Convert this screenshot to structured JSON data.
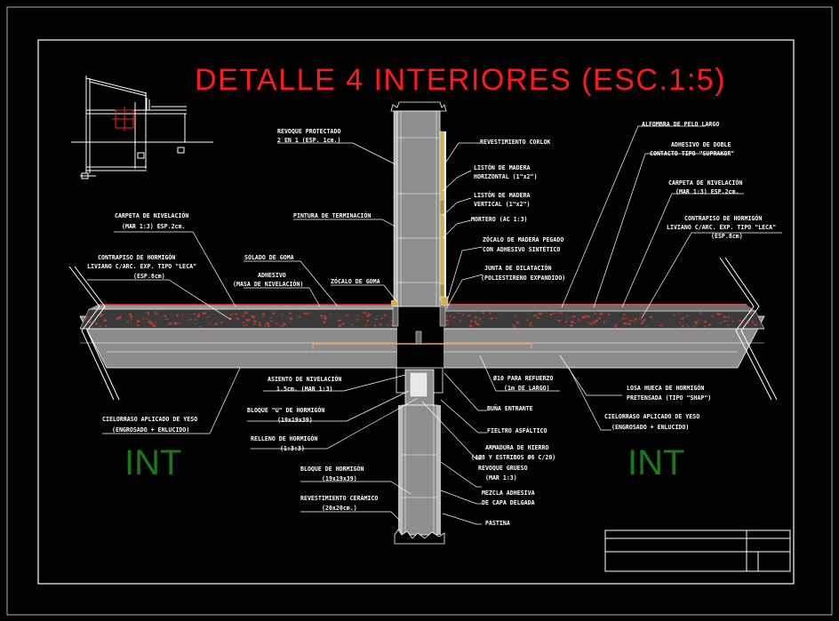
{
  "title": "DETALLE 4 INTERIORES (ESC.1:5)",
  "rooms": {
    "left": "INT",
    "right": "INT"
  },
  "labels": {
    "revoque_protectado_1": "REVOQUE PROTECTADO",
    "revoque_protectado_2": "2 EN 1 (ESP. 1cm.)",
    "pintura": "PINTURA DE TERMINACIÓN",
    "revestimiento_corlok": "REVESTIMIENTO CORLOK",
    "liston_h_1": "LISTÓN DE MADERA",
    "liston_h_2": "HORIZONTAL (1\"x2\")",
    "liston_v_1": "LISTÓN DE MADERA",
    "liston_v_2": "VERTICAL (1\"x2\")",
    "mortero": "MORTERO (AC 1:3)",
    "zocalo_madera_1": "ZÓCALO DE MADERA PEGADO",
    "zocalo_madera_2": "CON ADHESIVO SINTÉTICO",
    "junta_1": "JUNTA DE DILATACIÓN",
    "junta_2": "(POLIESTIRENO EXPANDIDO)",
    "alfombra": "ALFOMBRA DE PELO LARGO",
    "adhesivo_doble_1": "ADHESIVO DE DOBLE",
    "adhesivo_doble_2": "CONTACTO TIPO \"SUPRAKOR\"",
    "carpeta_r_1": "CARPETA DE NIVELACIÓN",
    "carpeta_r_2": "(MAR 1:3) ESP.2cm.",
    "contrapiso_r_1": "CONTRAPISO DE HORMIGÓN",
    "contrapiso_r_2": "LIVIANO C/ARC. EXP. TIPO \"LECA\"",
    "contrapiso_r_3": "(ESP.8cm)",
    "carpeta_l_1": "CARPETA DE NIVELACIÓN",
    "carpeta_l_2": "(MAR 1:3) ESP.2cm.",
    "contrapiso_l_1": "CONTRAPISO DE HORMIGÓN",
    "contrapiso_l_2": "LIVIANO C/ARC. EXP. TIPO \"LECA\"",
    "contrapiso_l_3": "(ESP.8cm)",
    "solado_goma": "SOLADO DE GOMA",
    "adhesivo_1": "ADHESIVO",
    "adhesivo_2": "(MASA DE NIVELACIÓN)",
    "zocalo_goma": "ZÓCALO DE GOMA",
    "asiento_1": "ASIENTO DE NIVELACIÓN",
    "asiento_2": "1.5cm. (MAR 1:3)",
    "bloque_u_1": "BLOQUE \"U\" DE HORMIGÓN",
    "bloque_u_2": "(19x19x39)",
    "relleno_1": "RELLENO DE HORMIGÓN",
    "relleno_2": "(1:3:3)",
    "bloque_1": "BLOQUE DE HORMIGÓN",
    "bloque_2": "(19x19x39)",
    "revest_ceramico_1": "REVESTIMIENTO CERÁMICO",
    "revest_ceramico_2": "(20x20cm.)",
    "cielorraso_l_1": "CIELORRASO APLICADO DE YESO",
    "cielorraso_l_2": "(ENGROSADO + ENLUCIDO)",
    "cielorraso_r_1": "CIELORRASO APLICADO DE YESO",
    "cielorraso_r_2": "(ENGROSADO + ENLUCIDO)",
    "hierro_1": "Ø10 PARA REFUERZO",
    "hierro_2": "(1m DE LARGO)",
    "buna": "BUÑA ENTRANTE",
    "fieltro": "FIELTRO ASFÁLTICO",
    "armadura_1": "ARMADURA DE HIERRO",
    "armadura_2": "(4Ø8 Y ESTRIBOS Ø6 C/20)",
    "revoque_grueso_1": "REVOQUE GRUESO",
    "revoque_grueso_2": "(MAR 1:3)",
    "mezcla_1": "MEZCLA ADHESIVA",
    "mezcla_2": "DE CAPA DELGADA",
    "pastina": "PASTINA",
    "losa_1": "LOSA HUECA DE HORMIGÓN",
    "losa_2": "PRETENSADA (TIPO \"SHAP\")"
  },
  "colors": {
    "background": "#000000",
    "title": "#ff1a1a",
    "room_label": "#1a7a1a",
    "drawing_lines": "#ffffff",
    "concrete": "#8c8c8c",
    "wall": "#8f8f8f",
    "screed": "#3a3a3a",
    "red_aggregate": "#c0392b",
    "wood": "#d4b04a"
  }
}
